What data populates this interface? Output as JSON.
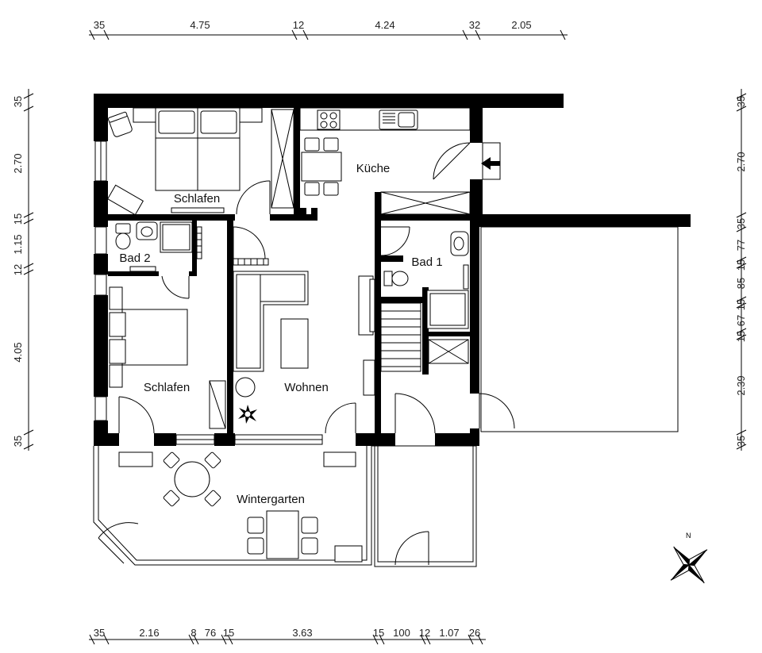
{
  "rooms": {
    "schlafen_top": "Schlafen",
    "kueche": "Küche",
    "bad2": "Bad 2",
    "bad1": "Bad 1",
    "schlafen_bottom": "Schlafen",
    "wohnen": "Wohnen",
    "wintergarten": "Wintergarten"
  },
  "dimensions": {
    "top": [
      "35",
      "4.75",
      "12",
      "4.24",
      "32",
      "2.05"
    ],
    "bottom": [
      "35",
      "2.16",
      "8",
      "76",
      "15",
      "3.63",
      "15",
      "100",
      "12",
      "1.07",
      "26"
    ],
    "left": [
      "35",
      "2.70",
      "15",
      "1.15",
      "12",
      "4.05",
      "35"
    ],
    "right": [
      "35",
      "2.70",
      "35",
      "77",
      "15",
      "85",
      "15",
      "67",
      "15",
      "2.39",
      "35"
    ]
  },
  "icons": {
    "north_arrow": "compass-rose-icon",
    "entrance_arrow": "entrance-arrow-icon"
  }
}
